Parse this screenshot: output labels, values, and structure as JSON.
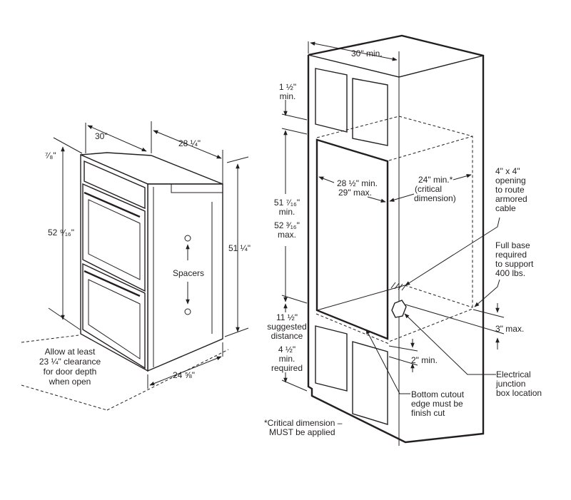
{
  "oven": {
    "width": "30\"",
    "depth": "28 ¼\"",
    "trim": "⁷⁄₈\"",
    "height_front": "52 ⁹⁄₁₆\"",
    "height_side": "51 ¼\"",
    "spacers": "Spacers",
    "base_depth": "24 ⅝\"",
    "clearance": [
      "Allow at least",
      "23 ¼\" clearance",
      "for door depth",
      "when open"
    ]
  },
  "cabinet": {
    "width_min": "30\" min.",
    "top_gap": [
      "1 ½\"",
      "min."
    ],
    "cutout_height": [
      "51 ⁷⁄₁₆\"",
      "min.",
      "52 ³⁄₁₆\"",
      "max."
    ],
    "cutout_width": [
      "28 ½\" min.",
      "29\" max."
    ],
    "cutout_depth": [
      "24\" min.*",
      "(critical",
      "dimension)"
    ],
    "opening": [
      "4\" x 4\"",
      "opening",
      "to route",
      "armored",
      "cable"
    ],
    "full_base": [
      "Full base",
      "required",
      "to support",
      "400 lbs."
    ],
    "max_3": "3\" max.",
    "suggested": [
      "11 ½\"",
      "suggested",
      "distance"
    ],
    "bottom_min": [
      "4 ½\"",
      "min.",
      "required"
    ],
    "min_2": "2\" min.",
    "finish_cut": [
      "Bottom cutout",
      "edge must be",
      "finish cut"
    ],
    "junction": [
      "Electrical",
      "junction",
      "box location"
    ],
    "footnote": [
      "*Critical dimension –",
      "MUST be applied"
    ]
  }
}
